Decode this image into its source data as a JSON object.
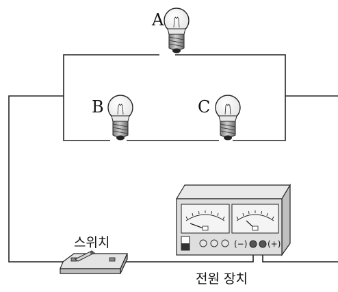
{
  "labels": {
    "bulb_a": "A",
    "bulb_b": "B",
    "bulb_c": "C",
    "switch": "스위치",
    "power_supply": "전원 장치",
    "minus_terminal": "(−)",
    "plus_terminal": "(+)"
  },
  "colors": {
    "wire": "#222222",
    "bulb_base": "#b9b9b9",
    "panel": "#d9d9d9",
    "meter_face": "#f4f4f4"
  },
  "icons": {
    "bulb": "light-bulb-icon",
    "switch": "knife-switch-icon",
    "power_supply": "power-supply-icon"
  }
}
